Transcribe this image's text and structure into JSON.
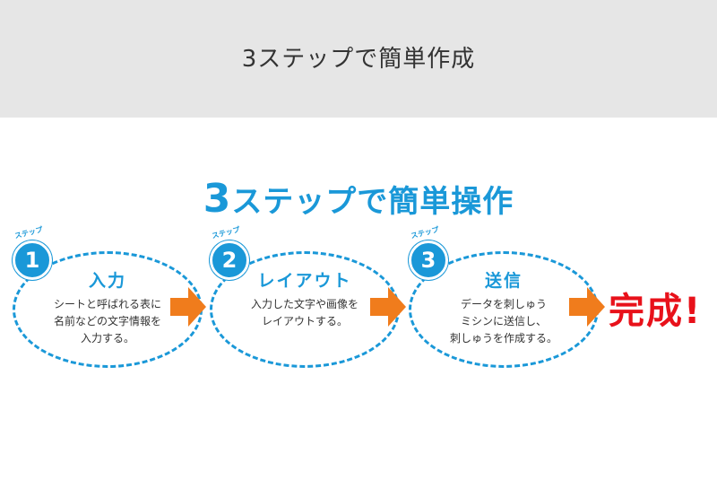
{
  "header": {
    "title": "3ステップで簡単作成"
  },
  "headline": {
    "number": "3",
    "text": "ステップで簡単操作"
  },
  "badge_caption": "ステップ",
  "steps": [
    {
      "number": "1",
      "title": "入力",
      "description": "シートと呼ばれる表に\n名前などの文字情報を\n入力する。"
    },
    {
      "number": "2",
      "title": "レイアウト",
      "description": "入力した文字や画像を\nレイアウトする。"
    },
    {
      "number": "3",
      "title": "送信",
      "description": "データを刺しゅう\nミシンに送信し、\n刺しゅうを作成する。"
    }
  ],
  "result": "完成!",
  "colors": {
    "accent": "#1a98d8",
    "arrow": "#f07c1c",
    "result": "#e8111a",
    "header_bg": "#e6e6e6"
  },
  "icons": [
    "arrow-right-icon"
  ]
}
